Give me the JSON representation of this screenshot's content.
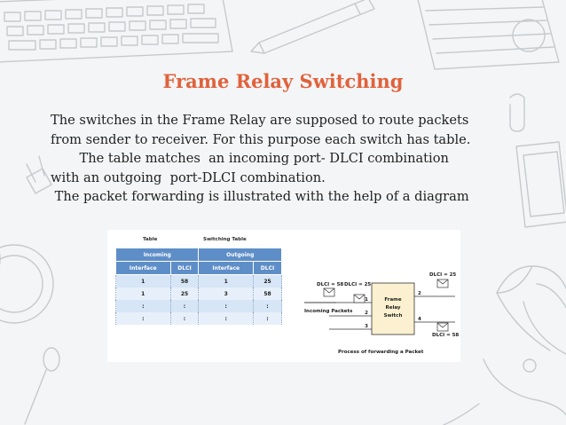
{
  "slide": {
    "title": "Frame Relay Switching",
    "lines": [
      "The switches in the Frame Relay are supposed to route packets",
      "from sender to receiver. For this purpose each switch has table.",
      "       The table matches  an incoming port- DLCI combination",
      "with an outgoing  port-DLCI combination.",
      " The packet forwarding is illustrated with the help of a diagram"
    ]
  },
  "figure": {
    "table_caption": "Table",
    "switching_table_caption": "Switching Table",
    "group_headers": [
      "Incoming",
      "Outgoing"
    ],
    "column_headers": [
      "Interface",
      "DLCI",
      "Interface",
      "DLCI"
    ],
    "rows": [
      [
        "1",
        "58",
        "1",
        "25"
      ],
      [
        "1",
        "25",
        "3",
        "58"
      ],
      [
        ":",
        ":",
        ":",
        ":"
      ],
      [
        ":",
        ":",
        ":",
        ":"
      ]
    ],
    "diagram": {
      "switch_label_1": "Frame",
      "switch_label_2": "Relay",
      "switch_label_3": "Switch",
      "in_dlci_1": "DLCI = 58",
      "in_dlci_2": "DLCI = 25",
      "out_dlci_top": "DLCI = 25",
      "out_dlci_bottom": "DLCI = 58",
      "incoming_label": "Incoming Packets",
      "port_left_1": "1",
      "port_left_2": "2",
      "port_left_3": "3",
      "port_right_2": "2",
      "port_right_4": "4",
      "caption": "Process of forwarding a Packet"
    }
  },
  "colors": {
    "title": "#e0623c",
    "table_header": "#5e8ec8",
    "table_row": "#d7e6f6",
    "switch_box": "#fbf0cf",
    "decoration": "#c6cacd"
  },
  "icons": [
    "keyboard-icon",
    "pen-icon",
    "notebook-icon",
    "coffee-cup-icon",
    "phone-icon",
    "plant-icon",
    "spoon-icon",
    "earphones-icon",
    "binder-clip-icon",
    "paperclip-icon"
  ]
}
